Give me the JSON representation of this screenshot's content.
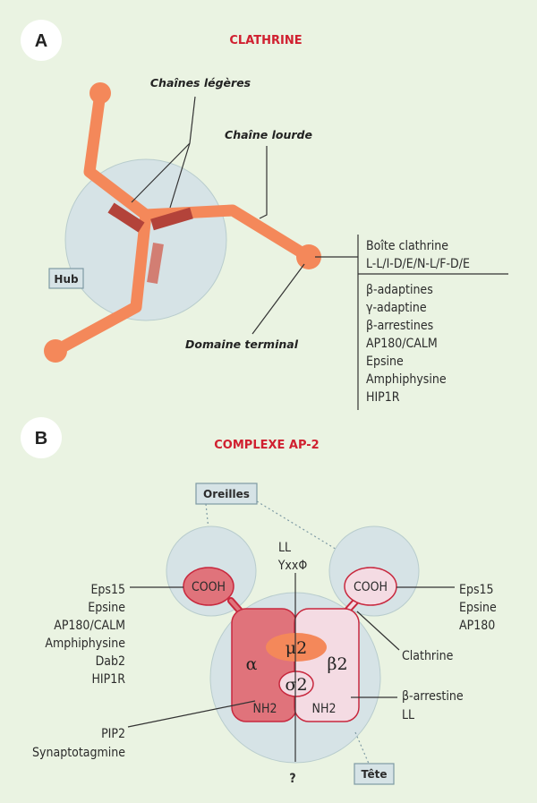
{
  "panelA": {
    "letter": "A",
    "title": "CLATHRINE",
    "light_chains": "Chaînes légères",
    "heavy_chain": "Chaîne lourde",
    "hub": "Hub",
    "terminal_domain": "Domaine terminal",
    "box_label": "Boîte clathrine",
    "box_motif": "L-L/I-D/E/N-L/F-D/E",
    "ligands": [
      "β-adaptines",
      "γ-adaptine",
      "β-arrestines",
      "AP180/CALM",
      "Epsine",
      "Amphiphysine",
      "HIP1R"
    ]
  },
  "panelB": {
    "letter": "B",
    "title": "COMPLEXE AP-2",
    "ears": "Oreilles",
    "head": "Tête",
    "motif_ll": "LL",
    "motif_y": "YxxΦ",
    "cooh": "COOH",
    "alpha": "α",
    "beta2": "β2",
    "mu2": "μ2",
    "sigma2": "σ2",
    "nh2": "NH2",
    "question": "?",
    "clathrine": "Clathrine",
    "beta_arrestine": "β-arrestine",
    "ll": "LL",
    "left_ligands": [
      "Eps15",
      "Epsine",
      "AP180/CALM",
      "Amphiphysine",
      "Dab2",
      "HIP1R"
    ],
    "right_ligands": [
      "Eps15",
      "Epsine",
      "AP180"
    ],
    "lipids": [
      "PIP2",
      "Synaptotagmine"
    ]
  },
  "colors": {
    "background": "#eaf3e2",
    "heavy_chain": "#f4885a",
    "light_chain": "#b3433a",
    "title": "#d02030",
    "alpha": "#e0737b",
    "beta": "#f4dbe3",
    "mu2": "#f4885a",
    "sphere": "#d6e3e6"
  }
}
